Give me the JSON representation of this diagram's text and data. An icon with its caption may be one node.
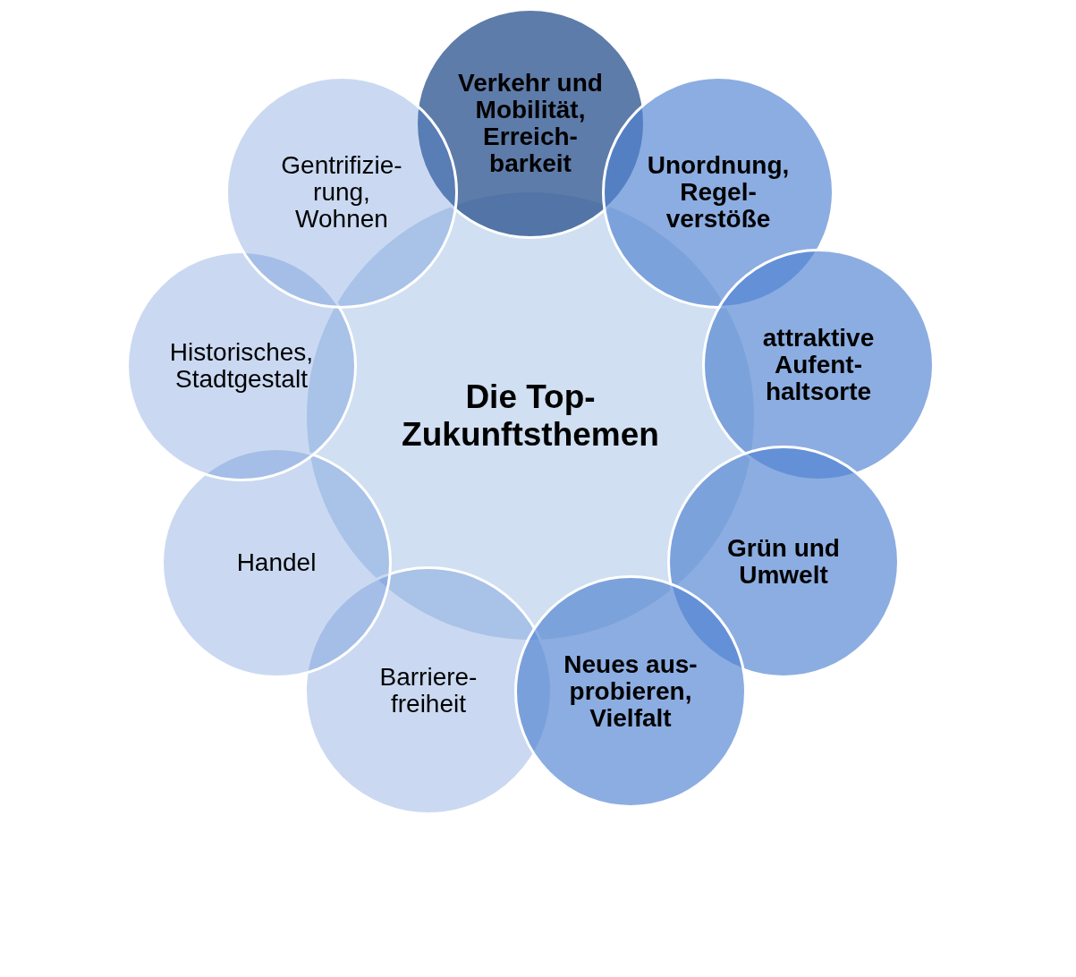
{
  "diagram": {
    "nodes": [
      {
        "text": [
          "Die Top- Zukunftsthemen"
        ]
      },
      {
        "text": [
          "Verkehr und Mobilität, Erreich- barkeit"
        ]
      },
      {
        "text": [
          "Unordnung, Regel- verstöße"
        ]
      },
      {
        "text": [
          "attraktive Aufent- haltsorte"
        ]
      },
      {
        "text": [
          "Grün und Umwelt"
        ]
      },
      {
        "text": [
          "Neues aus- probieren, Vielfalt"
        ]
      },
      {
        "text": [
          "Barriere- freiheit"
        ]
      },
      {
        "text": [
          "Handel"
        ]
      },
      {
        "text": [
          "Historisches, Stadtgestalt"
        ]
      },
      {
        "text": [
          "Gentrifizie- rung, Wohnen"
        ]
      }
    ]
  }
}
